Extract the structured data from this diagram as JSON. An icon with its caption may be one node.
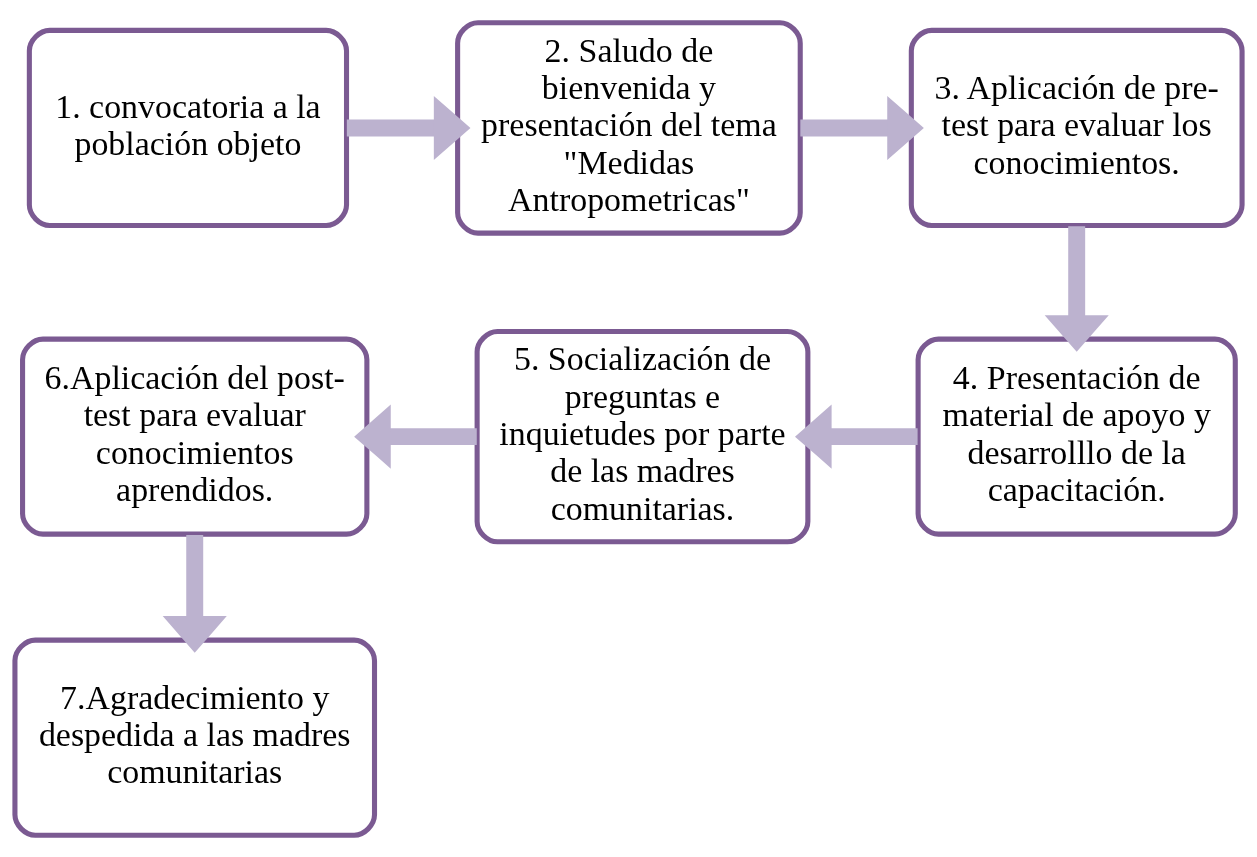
{
  "diagram": {
    "nodes": [
      {
        "text": [
          "1. convocatoria a la población objeto"
        ]
      },
      {
        "text": [
          "2. Saludo de bienvenida y presentación del tema \"Medidas Antropometricas\""
        ]
      },
      {
        "text": [
          "3. Aplicación de pre- test para evaluar los conocimientos."
        ]
      },
      {
        "text": [
          "4. Presentación de material de apoyo y desarrolllo de la capacitación."
        ]
      },
      {
        "text": [
          "5. Socialización de preguntas e inquietudes por parte de las madres comunitarias."
        ]
      },
      {
        "text": [
          "6.Aplicación del post- test para evaluar conocimientos aprendidos."
        ]
      },
      {
        "text": [
          "7.Agradecimiento y despedida a las madres comunitarias"
        ]
      }
    ],
    "edges": [
      {
        "from": 0,
        "to": 1,
        "arrow": "to"
      },
      {
        "from": 1,
        "to": 2,
        "arrow": "to"
      },
      {
        "from": 2,
        "to": 3,
        "arrow": "to"
      },
      {
        "from": 3,
        "to": 4,
        "arrow": "to"
      },
      {
        "from": 4,
        "to": 5,
        "arrow": "to"
      },
      {
        "from": 5,
        "to": 6,
        "arrow": "to"
      }
    ]
  }
}
